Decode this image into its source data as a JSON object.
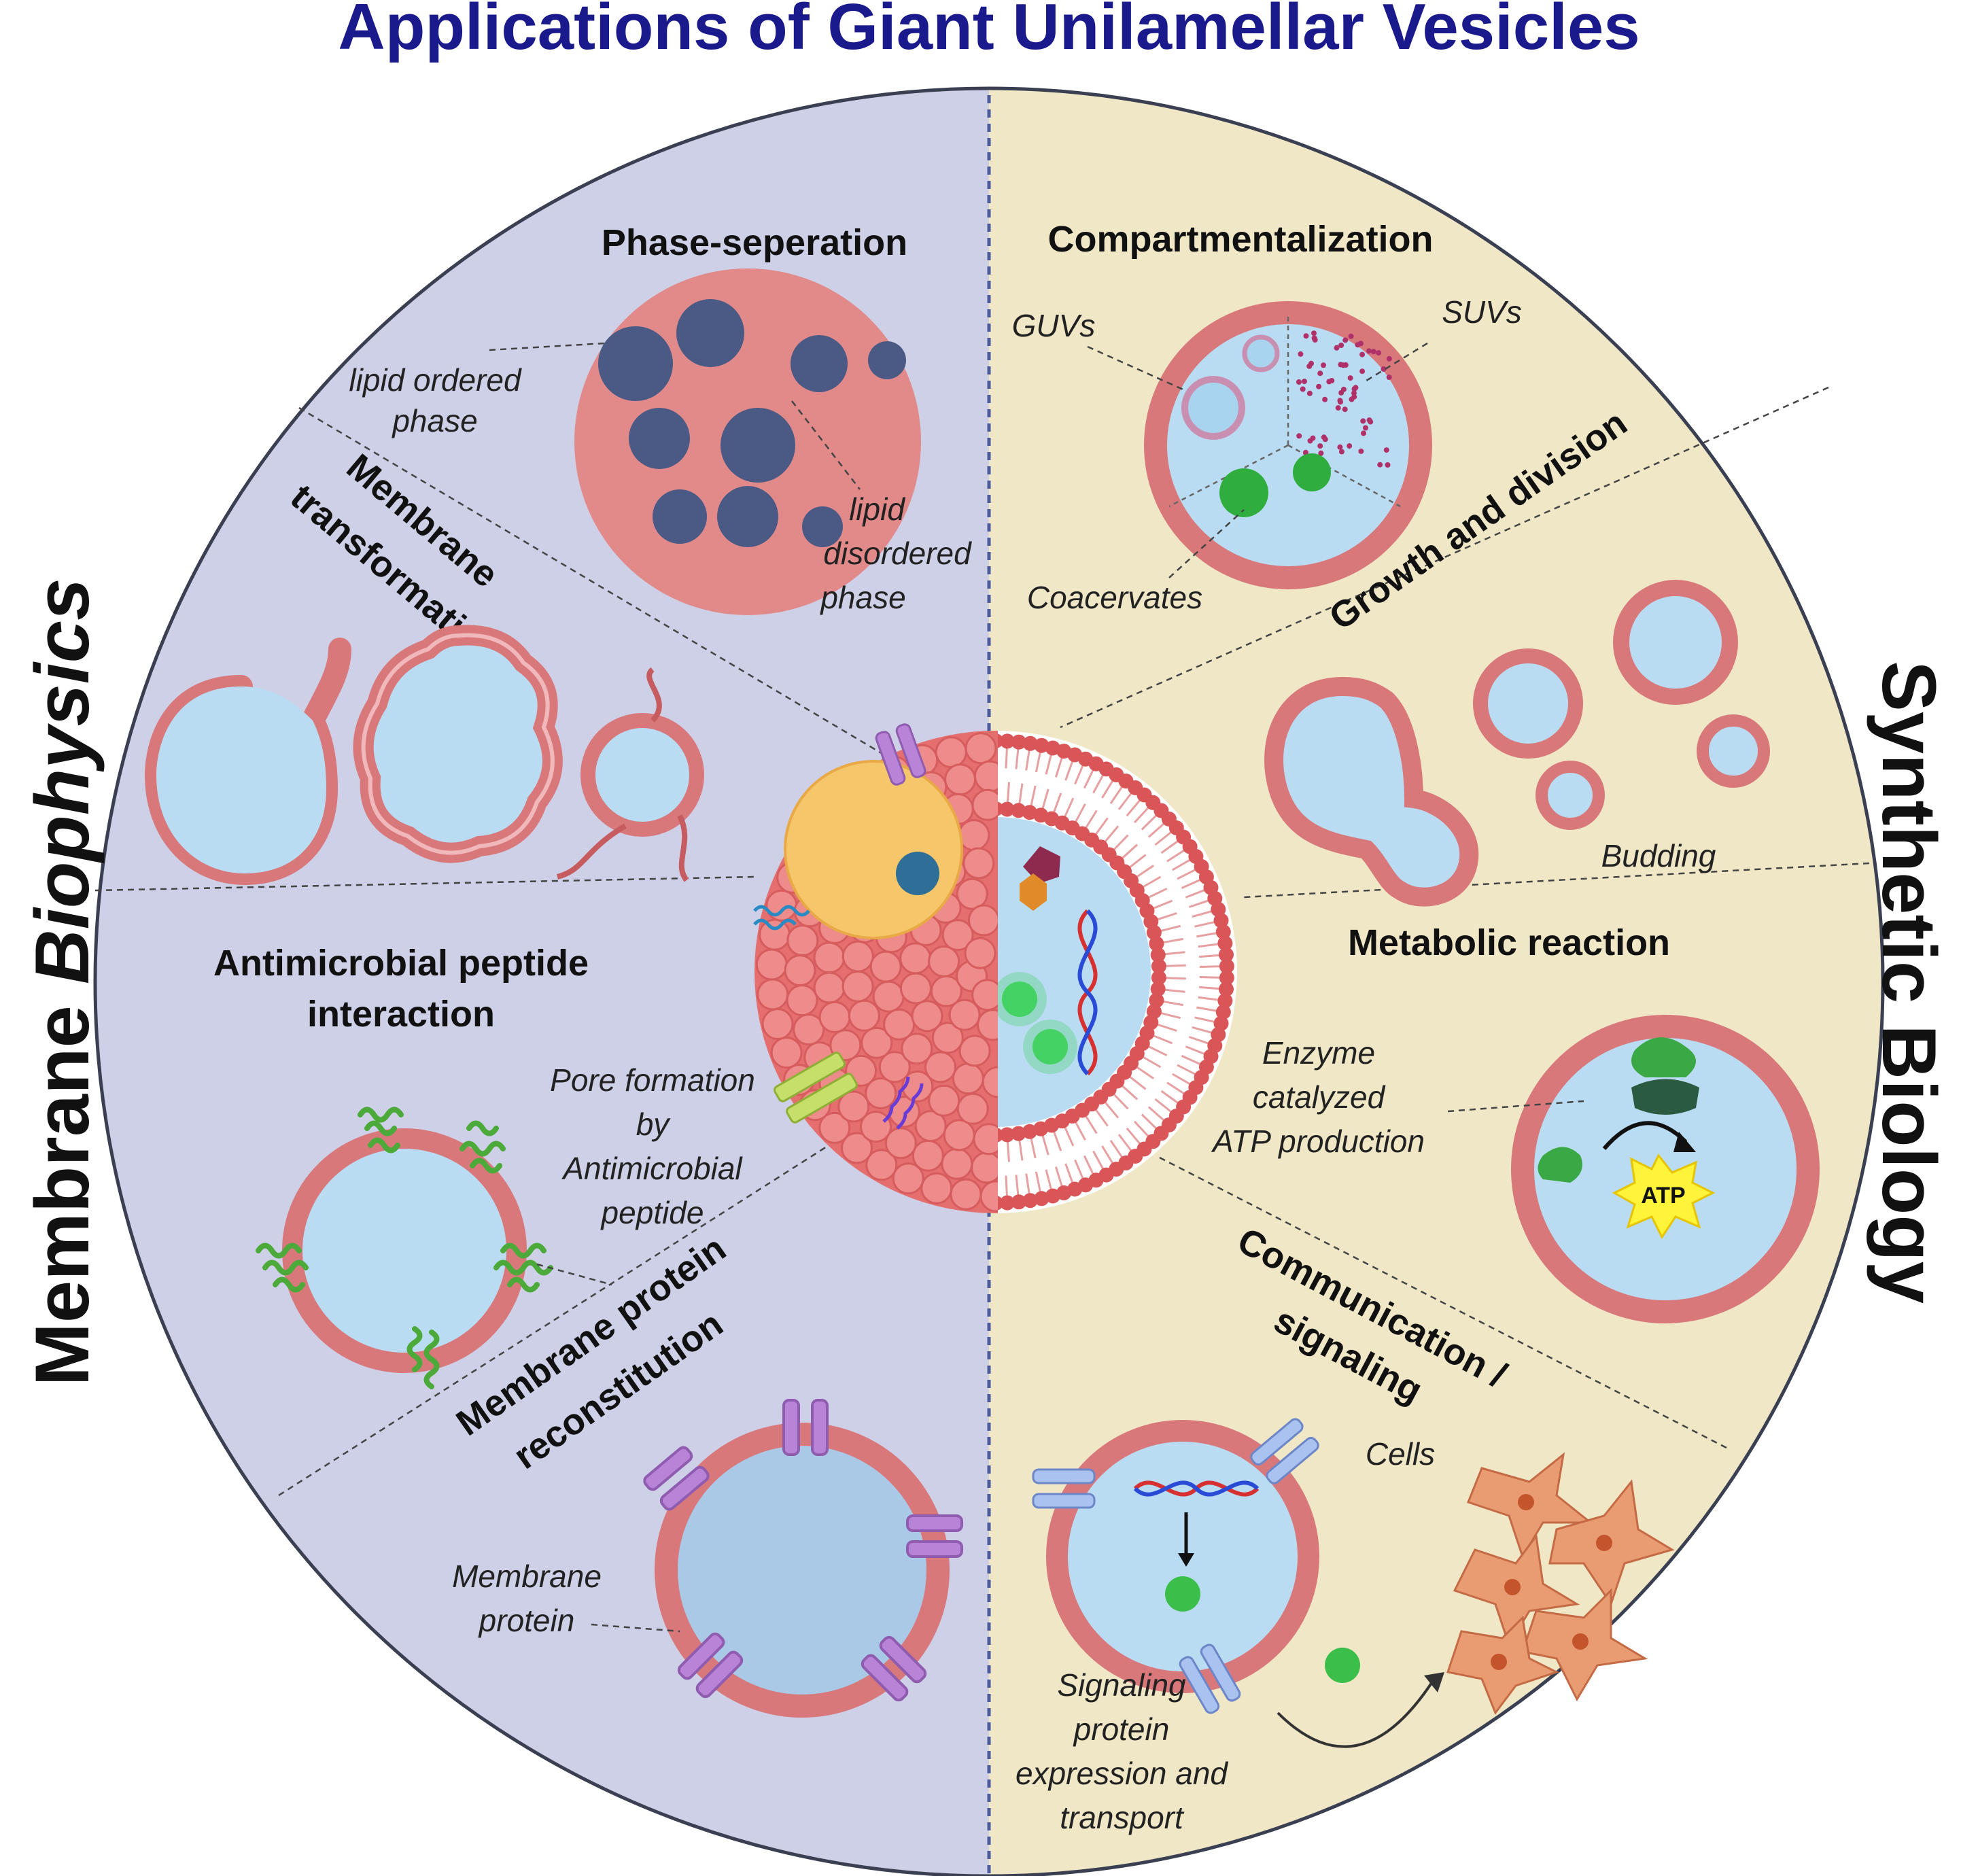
{
  "title": "Applications of Giant Unilamellar Vesicles",
  "sides": {
    "left_regular": "Membrane ",
    "left_italic": "Biophysics",
    "right": "Synthetic Biology"
  },
  "sections": {
    "phase_separation": "Phase-seperation",
    "membrane_transformation_1": "Membrane",
    "membrane_transformation_2": "transformation",
    "antimicrobial_1": "Antimicrobial peptide",
    "antimicrobial_2": "interaction",
    "membrane_protein_1": "Membrane protein",
    "membrane_protein_2": "reconstitution",
    "compartmentalization": "Compartmentalization",
    "growth_division": "Growth and division",
    "metabolic": "Metabolic reaction",
    "communication_1": "Communication /",
    "communication_2": "signaling"
  },
  "labels": {
    "lipid_ordered_1": "lipid ordered",
    "lipid_ordered_2": "phase",
    "lipid_disordered_1": "lipid",
    "lipid_disordered_2": "disordered",
    "lipid_disordered_3": "phase",
    "guvs": "GUVs",
    "suvs": "SUVs",
    "coacervates": "Coacervates",
    "budding": "Budding",
    "enzyme_1": "Enzyme",
    "enzyme_2": "catalyzed",
    "enzyme_3": "ATP production",
    "atp": "ATP",
    "pore_1": "Pore formation",
    "pore_2": "by",
    "pore_3": "Antimicrobial",
    "pore_4": "peptide",
    "membrane_protein_1": "Membrane",
    "membrane_protein_2": "protein",
    "cells": "Cells",
    "signaling_1": "Signaling",
    "signaling_2": "protein",
    "signaling_3": "expression and",
    "signaling_4": "transport"
  },
  "colors": {
    "left_half": "#cdd0e6",
    "right_half": "#efe7c6",
    "membrane": "#d9787b",
    "membrane_light": "#f0b8ba",
    "lumen": "#b9dcf2",
    "lipid_ordered": "#4a5a85",
    "peptide": "#4caa3a",
    "protein": "#b983d8",
    "coacervate": "#33b54a",
    "title": "#1a1a8c"
  }
}
